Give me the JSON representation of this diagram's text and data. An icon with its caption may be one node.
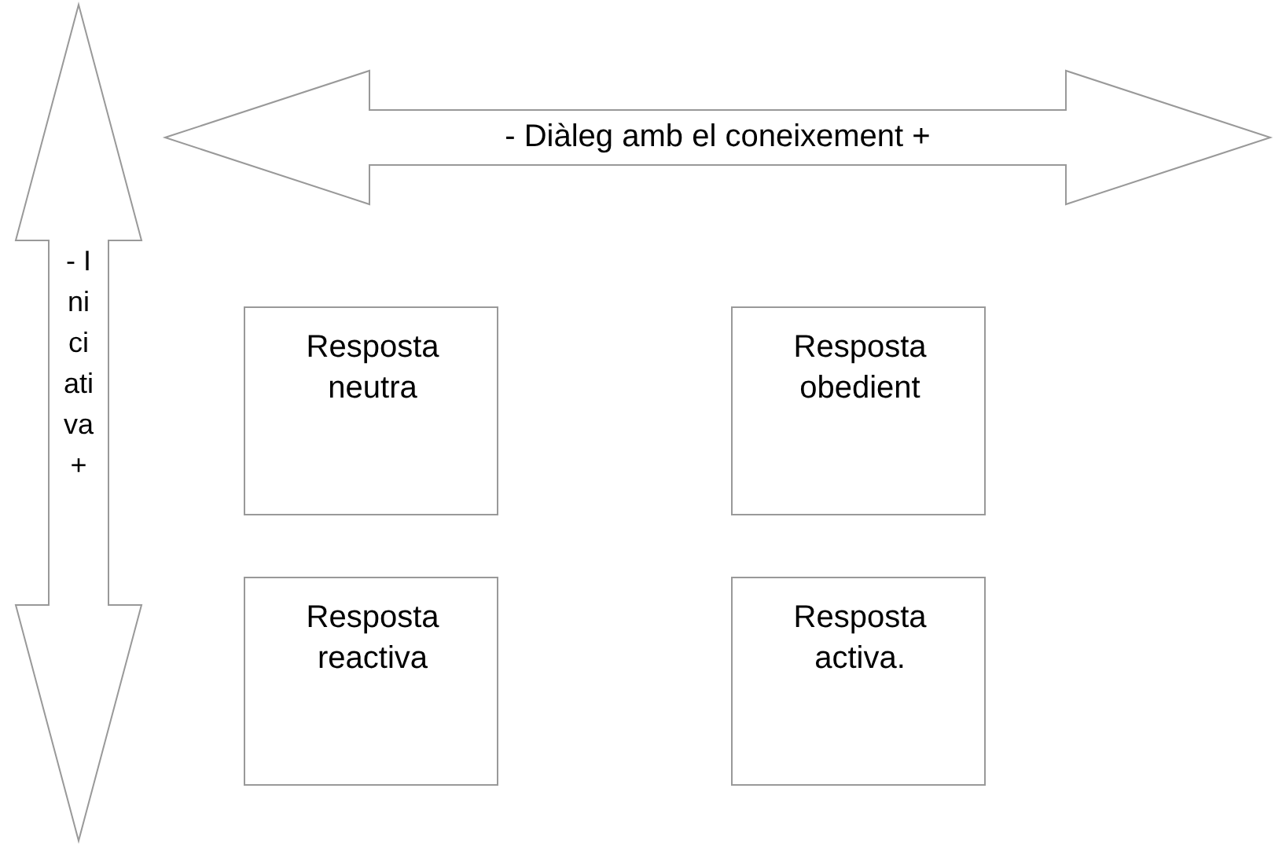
{
  "diagram": {
    "nodes": [
      {
        "text": [
          "- Diàleg amb el coneixement +"
        ]
      },
      {
        "text": [
          "- Iniciativa +"
        ]
      },
      {
        "text": [
          "Resposta neutra"
        ]
      },
      {
        "text": [
          "Resposta obedient"
        ]
      },
      {
        "text": [
          "Resposta reactiva"
        ]
      },
      {
        "text": [
          "Resposta activa."
        ]
      }
    ]
  }
}
